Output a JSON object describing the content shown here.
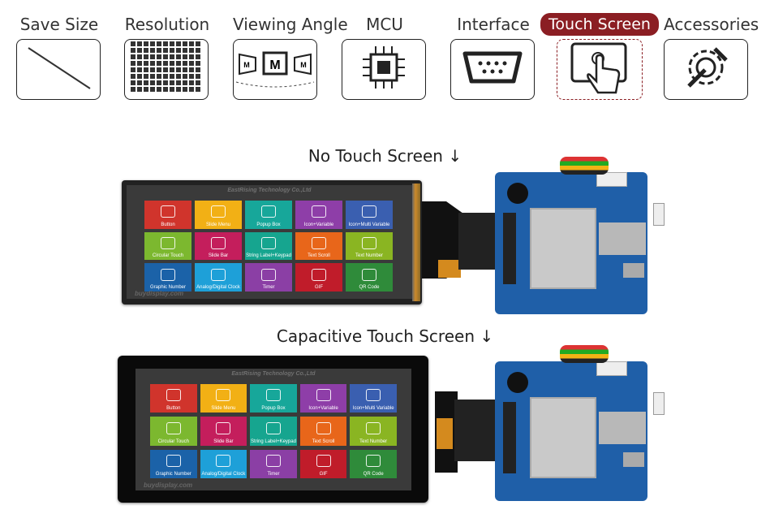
{
  "tabs": [
    {
      "label": "Save Size",
      "icon": "diagonal-size-icon",
      "active": false
    },
    {
      "label": "Resolution",
      "icon": "pixel-grid-icon",
      "active": false
    },
    {
      "label": "Viewing Angle",
      "icon": "viewing-angle-icon",
      "active": false
    },
    {
      "label": "MCU",
      "icon": "chip-icon",
      "active": false
    },
    {
      "label": "Interface",
      "icon": "serial-port-icon",
      "active": false
    },
    {
      "label": "Touch Screen",
      "icon": "touch-hand-icon",
      "active": true
    },
    {
      "label": "Accessories",
      "icon": "gear-wrench-icon",
      "active": false
    }
  ],
  "sections": {
    "no_touch": "No Touch Screen ↓",
    "capacitive": "Capacitive Touch Screen ↓"
  },
  "lcd": {
    "header": "EastRising Technology Co.,Ltd",
    "brand": "buydisplay.com",
    "tiles": [
      {
        "label": "Button",
        "color": "#d0342c"
      },
      {
        "label": "Slide Menu",
        "color": "#f2b015"
      },
      {
        "label": "Popup Box",
        "color": "#17a79a"
      },
      {
        "label": "Icon+Variable",
        "color": "#8e3ea8"
      },
      {
        "label": "Icon+Multi Variable",
        "color": "#3a5fb0"
      },
      {
        "label": "Circular Touch",
        "color": "#7cb82f"
      },
      {
        "label": "Slide Bar",
        "color": "#c41e5c"
      },
      {
        "label": "String Label+Keypad",
        "color": "#16a58f"
      },
      {
        "label": "Text Scroll",
        "color": "#e8661a"
      },
      {
        "label": "Text Number",
        "color": "#8ab522"
      },
      {
        "label": "Graphic Number",
        "color": "#1b62a8"
      },
      {
        "label": "Analog/Digital Clock",
        "color": "#1ea0d8"
      },
      {
        "label": "Timer",
        "color": "#8b3fa5"
      },
      {
        "label": "GIF",
        "color": "#c01c2a"
      },
      {
        "label": "QR Code",
        "color": "#2f8b3a"
      }
    ]
  },
  "colors": {
    "accent": "#8b1e23",
    "board": "#1f5fa8",
    "shield": "#c9c9c9"
  }
}
